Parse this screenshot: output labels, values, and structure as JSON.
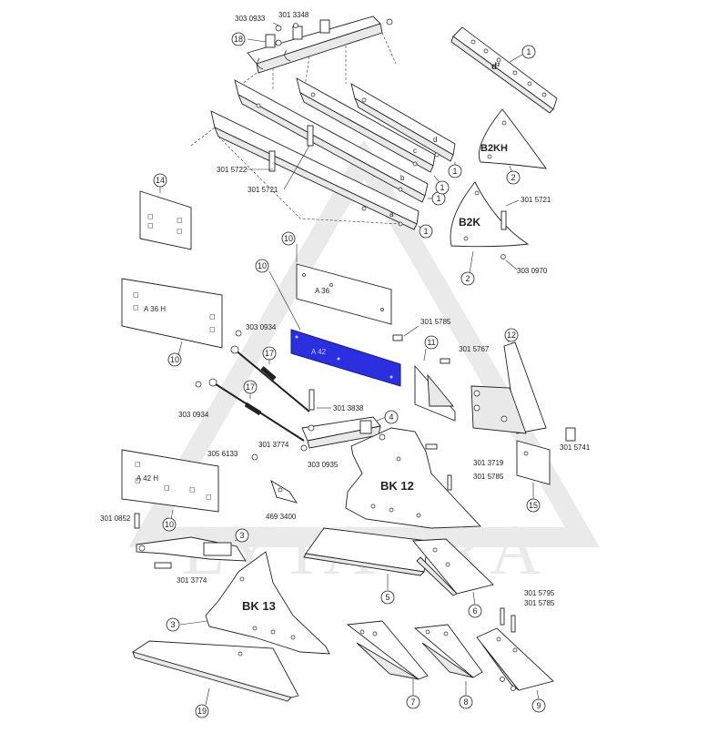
{
  "watermark": {
    "text": "LYTAGRA"
  },
  "colors": {
    "highlight": "#2b2fe0",
    "highlight_text": "#c9ccff",
    "line": "#222222",
    "watermark": "#d9d9d9"
  },
  "part_numbers": {
    "pn_303_0933": "303 0933",
    "pn_301_3348": "301 3348",
    "pn_301_5722": "301 5722",
    "pn_301_5721_top": "301 5721",
    "pn_301_5721_b2k": "301 5721",
    "pn_303_0970": "303 0970",
    "pn_303_0934_a": "303 0934",
    "pn_303_0934_b": "303 0934",
    "pn_301_5785_a": "301 5785",
    "pn_301_5767": "301 5767",
    "pn_301_3838": "301 3838",
    "pn_301_3774_a": "301 3774",
    "pn_305_6133": "305 6133",
    "pn_303_0935": "303 0935",
    "pn_301_3719": "301 3719",
    "pn_301_5785_b": "301 5785",
    "pn_301_5741": "301 5741",
    "pn_469_3400": "469 3400",
    "pn_301_0852": "301 0852",
    "pn_301_3774_b": "301 3774",
    "pn_301_5795": "301 5795",
    "pn_301_5785_c": "301 5785"
  },
  "part_labels": {
    "d2": "d²",
    "B2KH": "B2KH",
    "B2K": "B2K",
    "a": "a",
    "b": "b",
    "c": "c",
    "d": "d",
    "A36": "A 36",
    "A36H": "A 36 H",
    "A42": "A 42",
    "A42H": "A 42 H",
    "BK12": "BK 12",
    "BK13": "BK 13"
  },
  "callouts": {
    "c18": "18",
    "c1_a": "1",
    "c1_b": "1",
    "c1_c": "1",
    "c1_d": "1",
    "c1_e": "1",
    "c2_a": "2",
    "c2_b": "2",
    "c14": "14",
    "c10_a": "10",
    "c10_b": "10",
    "c10_c": "10",
    "c10_d": "10",
    "c17_a": "17",
    "c17_b": "17",
    "c11": "11",
    "c12": "12",
    "c4": "4",
    "c15": "15",
    "c3_a": "3",
    "c3_b": "3",
    "c5": "5",
    "c6": "6",
    "c7": "7",
    "c8": "8",
    "c9": "9",
    "c19": "19"
  }
}
